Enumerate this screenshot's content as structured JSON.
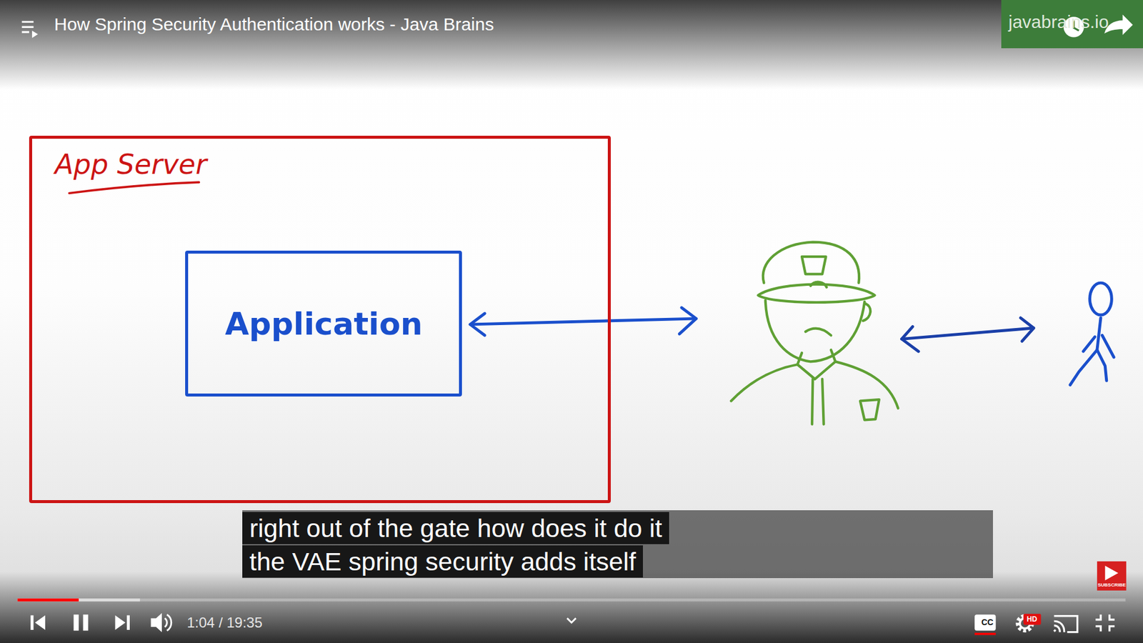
{
  "diagram": {
    "title": "How Spring Security Authentication works - Java Brains",
    "nodes": [
      {
        "text": [
          "App Server"
        ]
      },
      {
        "text": [
          "Application"
        ],
        "in": 0
      }
    ],
    "labels": [
      "javabrains.io",
      "right out of the gate how does it do it",
      "the VAE spring security adds itself",
      "1:04 / 19:35",
      "CC",
      "HD",
      "SUBSCRIBE"
    ]
  }
}
